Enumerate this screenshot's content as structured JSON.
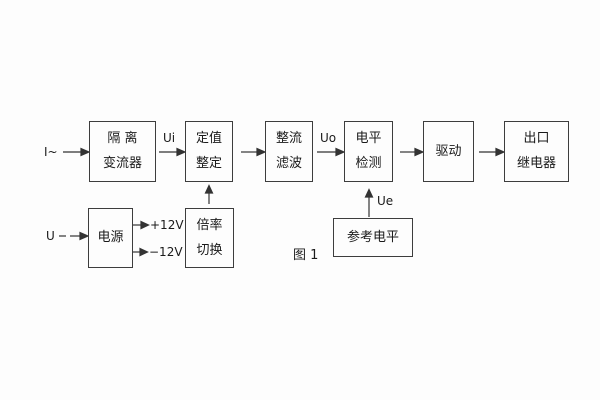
{
  "figure": {
    "caption": "图 1",
    "background": "#fdfdfd",
    "line_color": "#333333",
    "text_color": "#1a1a1a"
  },
  "blocks": {
    "isolation_transformer": {
      "line1": "隔 离",
      "line2": "变流器"
    },
    "setting_adjust": {
      "line1": "定值",
      "line2": "整定"
    },
    "rectify_filter": {
      "line1": "整流",
      "line2": "滤波"
    },
    "level_detect": {
      "line1": "电平",
      "line2": "检测"
    },
    "drive": {
      "line1": "驱动"
    },
    "output_relay": {
      "line1": "出口",
      "line2": "继电器"
    },
    "power_supply": {
      "line1": "电源"
    },
    "ratio_switch": {
      "line1": "倍率",
      "line2": "切换"
    },
    "reference_level": {
      "line1": "参考电平"
    }
  },
  "labels": {
    "input_current": "I~",
    "signal_ui": "Ui",
    "signal_uo": "Uo",
    "signal_ue": "Ue",
    "input_voltage": "U",
    "rail_positive": "+12V",
    "rail_negative": "−12V"
  }
}
